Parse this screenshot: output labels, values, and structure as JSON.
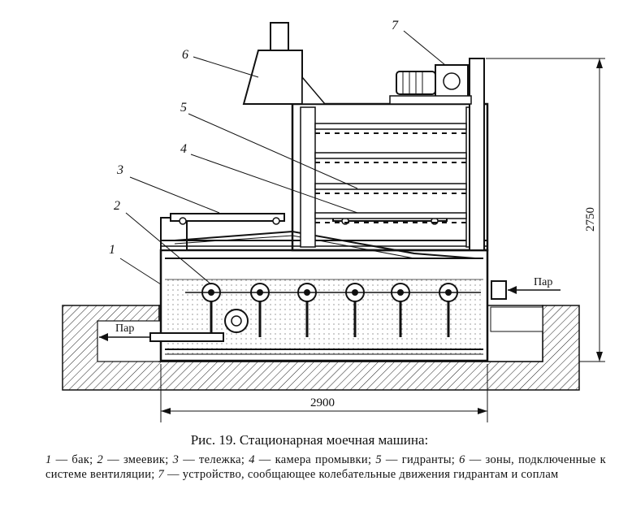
{
  "callouts": [
    "1",
    "2",
    "3",
    "4",
    "5",
    "6",
    "7"
  ],
  "dimensions": {
    "width": "2900",
    "height": "2750"
  },
  "steam_in": "Пар",
  "steam_out": "Пар",
  "caption": {
    "title": "Рис. 19. Стационарная моечная машина:",
    "legend": [
      {
        "num": "1",
        "text": " — бак; "
      },
      {
        "num": "2",
        "text": " — змеевик; "
      },
      {
        "num": "3",
        "text": " — тележка; "
      },
      {
        "num": "4",
        "text": " — камера промывки; "
      },
      {
        "num": "5",
        "text": " — гидранты; "
      },
      {
        "num": "6",
        "text": " — зоны, подключенные к системе вентиляции; "
      },
      {
        "num": "7",
        "text": " — устройство, сообщающее колебательные движения гидрантам и соплам"
      }
    ]
  }
}
